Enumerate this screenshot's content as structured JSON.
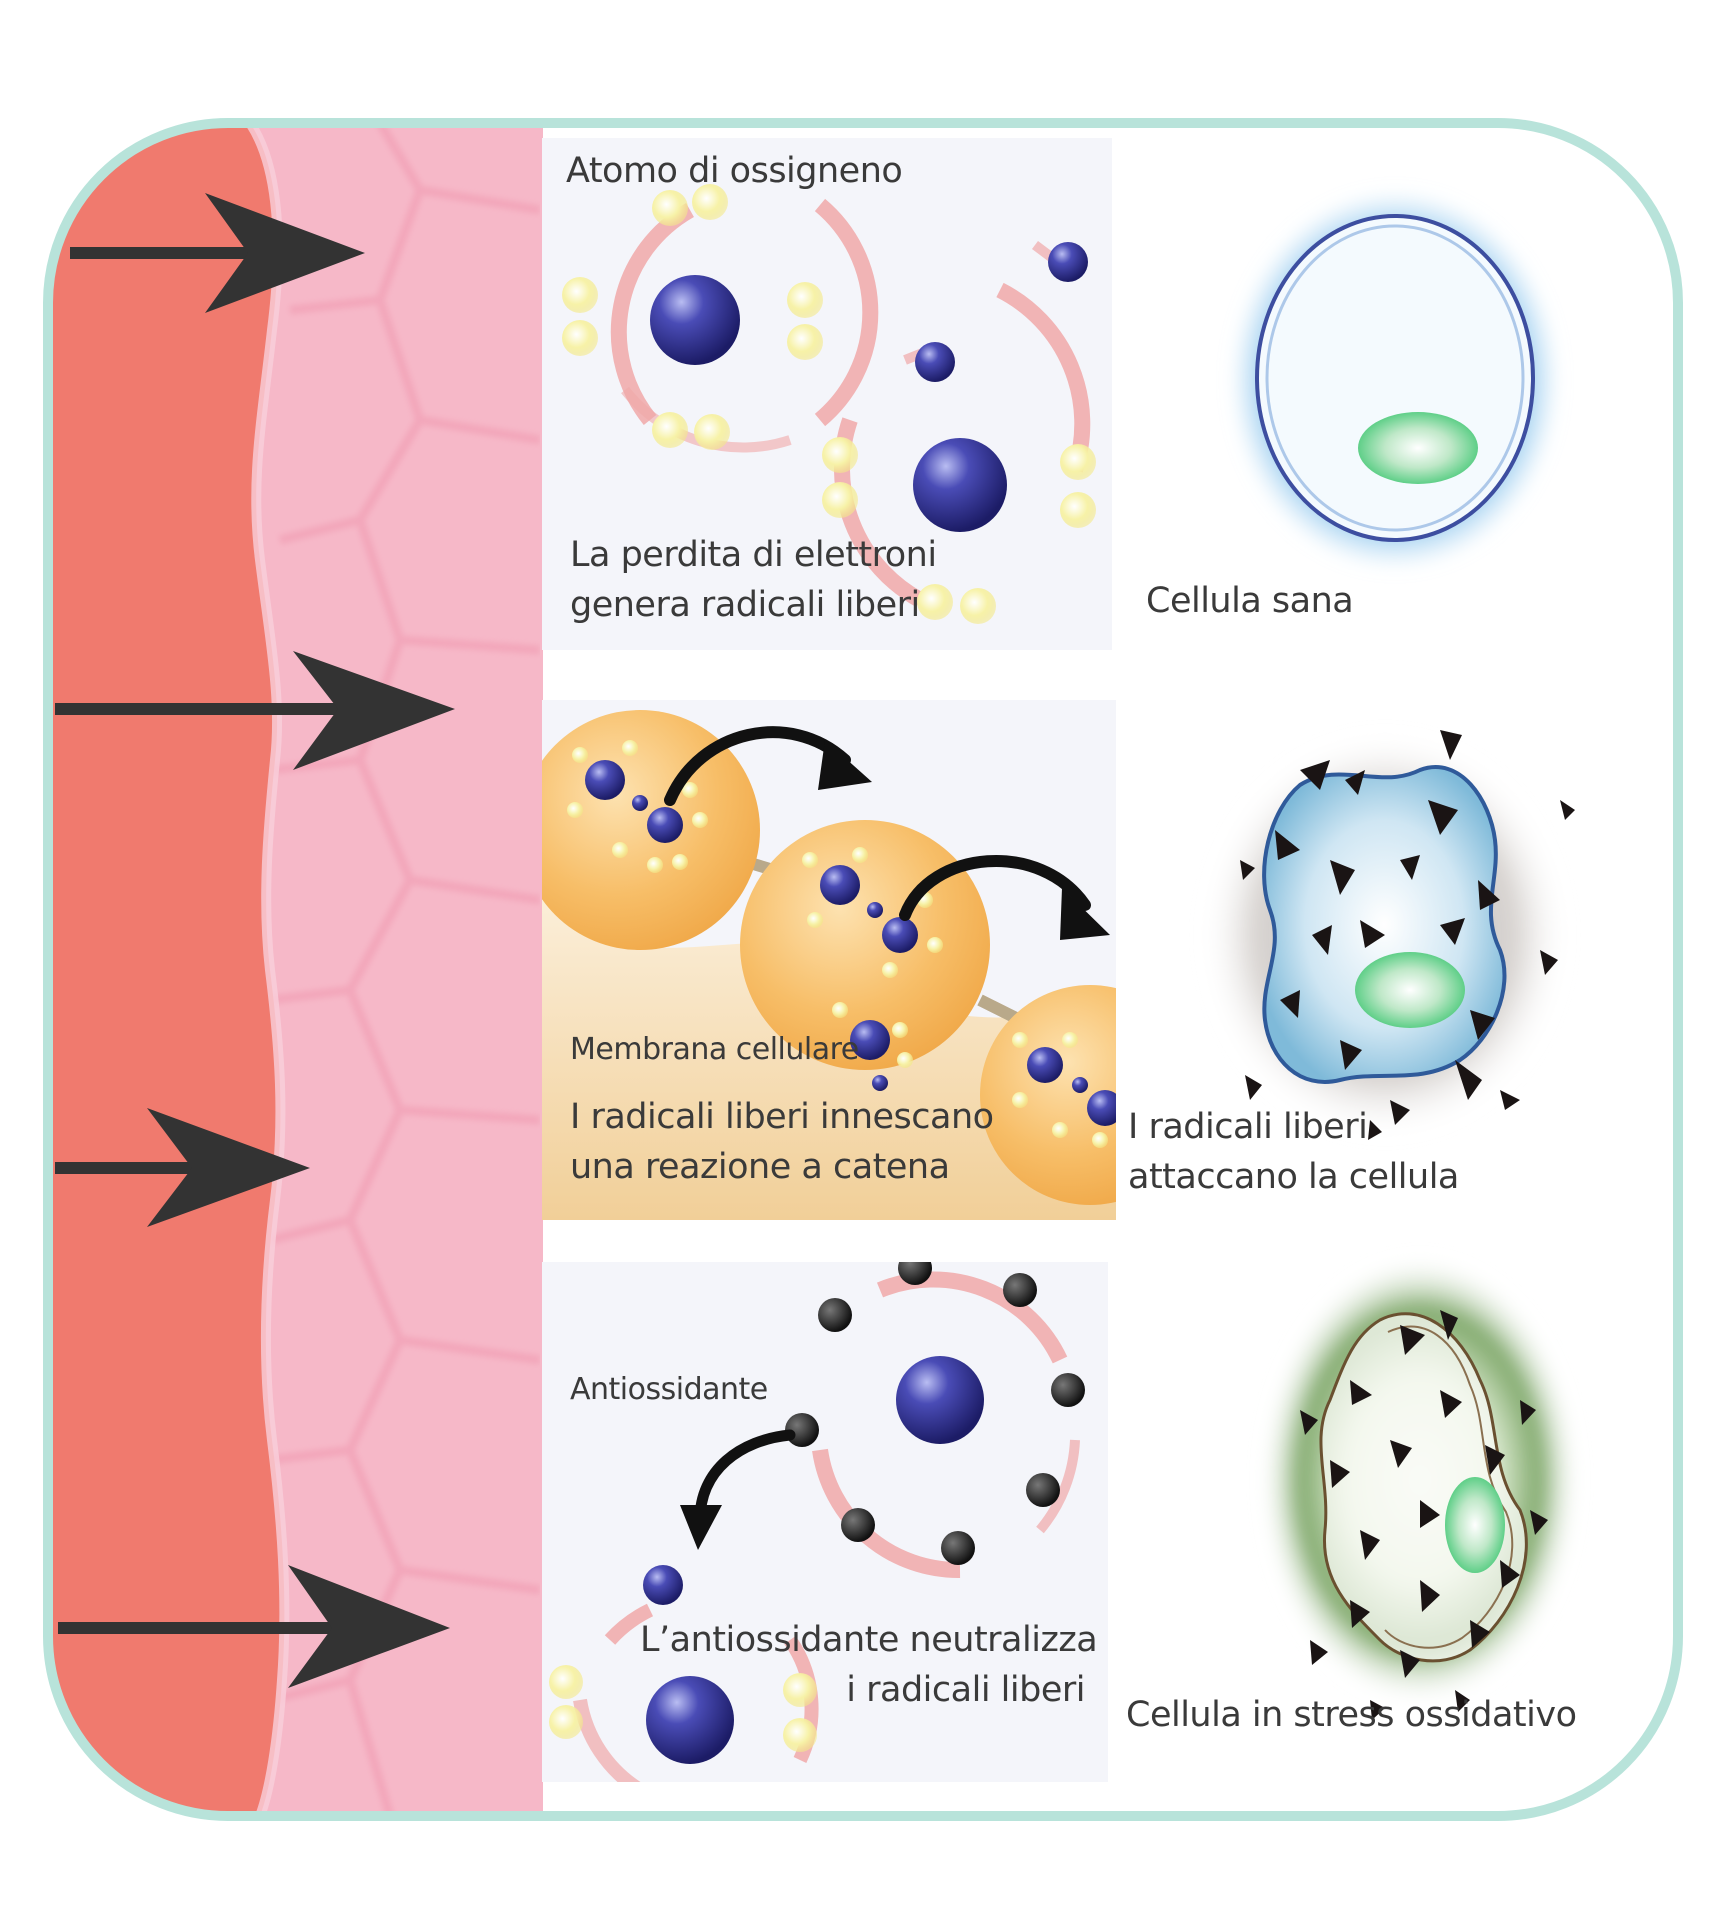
{
  "panels": {
    "oxygen": {
      "title": "Atomo di ossigneno",
      "caption_line1": "La perdita di elettroni",
      "caption_line2": "genera radicali liberi"
    },
    "chain": {
      "membrane_label": "Membrana cellulare",
      "caption_line1": "I radicali liberi innescano",
      "caption_line2": "una reazione a catena"
    },
    "antioxidant": {
      "title": "Antiossidante",
      "caption_line1": "L’antiossidante neutralizza",
      "caption_line2": "i radicali liberi"
    }
  },
  "cells": {
    "healthy": "Cellula sana",
    "attacked_line1": "I radicali liberi",
    "attacked_line2": "attaccano la cellula",
    "stressed": "Cellula in stress ossidativo"
  },
  "colors": {
    "frame": "#b8e3da",
    "skin_dark": "#f07a6e",
    "skin_light": "#f6b8c8",
    "nucleus": "#2e2f8c",
    "electron": "#f5f0a0",
    "orbit": "#f0a8a8",
    "arrow": "#333333",
    "membrane_sphere": "#f6b860",
    "antioxidant_electron": "#2a2a2a"
  }
}
